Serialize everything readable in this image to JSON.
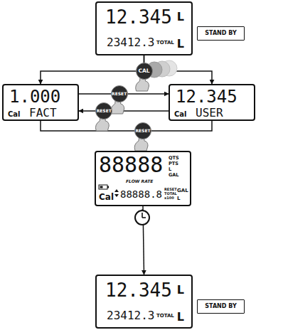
{
  "diagram": {
    "nodes": [
      {
        "text": [
          "12.345",
          "L",
          "23412.3",
          "TOTAL",
          "L"
        ]
      },
      {
        "text": [
          "STAND BY"
        ]
      },
      {
        "text": [
          "1.000",
          "Cal",
          "FACT"
        ]
      },
      {
        "text": [
          "12.345",
          "Cal",
          "USER"
        ]
      },
      {
        "text": [
          "88888",
          "QTS",
          "PTS",
          "L",
          "GAL",
          "FLOW RATE",
          "Cal",
          "88888.8",
          "RESET",
          "TOTAL",
          "x100",
          "GAL",
          "L"
        ]
      },
      {
        "text": [
          "12.345",
          "L",
          "23412.3",
          "TOTAL",
          "L"
        ]
      },
      {
        "text": [
          "STAND BY"
        ]
      }
    ],
    "edges": [
      {
        "from": 0,
        "to": 2,
        "arrow": "to"
      },
      {
        "from": 0,
        "to": 3,
        "arrow": "to"
      },
      {
        "from": 2,
        "to": 3,
        "label": "RESET",
        "arrow": "to"
      },
      {
        "from": 3,
        "to": 2,
        "label": "RESET",
        "arrow": "to"
      },
      {
        "from": 2,
        "to": 4,
        "arrow": "to"
      },
      {
        "from": 3,
        "to": 4,
        "arrow": "to"
      },
      {
        "from": 4,
        "to": 5,
        "arrow": "to"
      }
    ],
    "labels": [
      "CAL",
      "RESET"
    ]
  }
}
